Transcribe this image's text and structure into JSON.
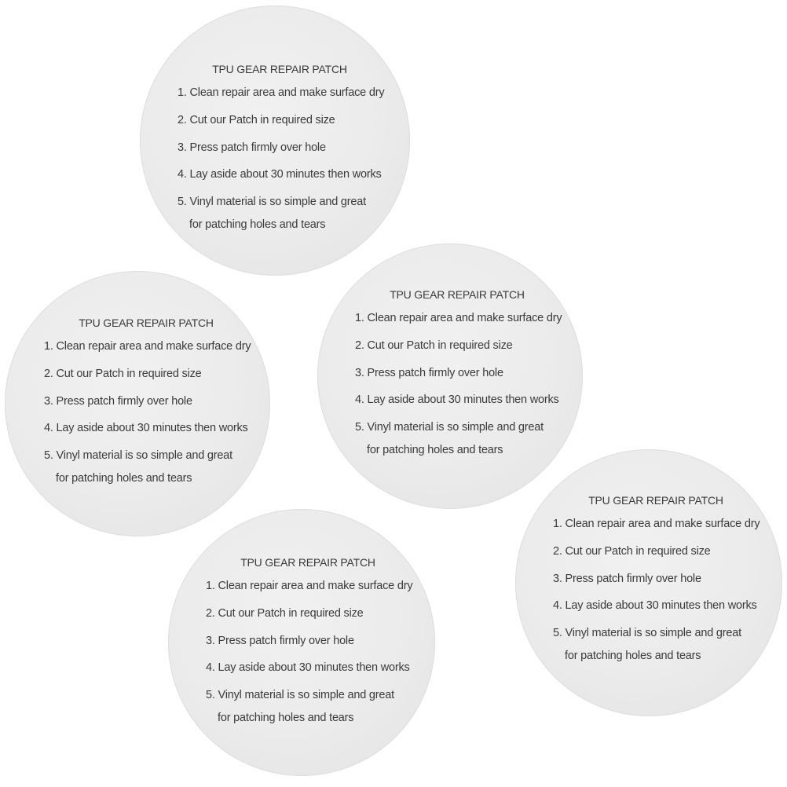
{
  "patch": {
    "title": "TPU GEAR REPAIR PATCH",
    "step1": "1. Clean repair area and make surface dry",
    "step2": "2. Cut our Patch in required size",
    "step3": "3. Press patch firmly over hole",
    "step4": "4. Lay aside about 30 minutes then works",
    "step5_line1": "5. Vinyl material is so simple and great",
    "step5_line2": "for patching holes and tears"
  },
  "colors": {
    "patch_fill": "#ebebeb",
    "text": "#3a3a3a",
    "background": "#ffffff"
  }
}
